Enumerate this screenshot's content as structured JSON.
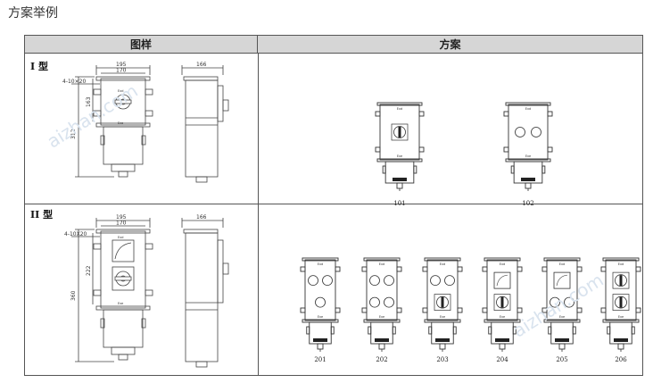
{
  "page": {
    "title": "方案举例"
  },
  "table": {
    "header_left": "图样",
    "header_right": "方案"
  },
  "rows": [
    {
      "label": "I 型",
      "dims": {
        "top_width": "195",
        "inner_width": "170",
        "holes": "4-10×20",
        "total_height": "312",
        "box_height": "163",
        "side_width": "166"
      },
      "panel_text": {
        "top": "Exd",
        "bottom": "Exe"
      },
      "schemes": [
        {
          "code": "101",
          "layout": "switch"
        },
        {
          "code": "102",
          "layout": "two-lamps"
        }
      ]
    },
    {
      "label": "II 型",
      "dims": {
        "top_width": "195",
        "inner_width": "170",
        "holes": "4-10X20",
        "total_height": "360",
        "box_height": "222",
        "side_width": "166"
      },
      "panel_text": {
        "top": "Exd",
        "bottom": "Exe"
      },
      "schemes": [
        {
          "code": "201",
          "layout": "three-lamps"
        },
        {
          "code": "202",
          "layout": "four-lamps"
        },
        {
          "code": "203",
          "layout": "two-lamps-switch"
        },
        {
          "code": "204",
          "layout": "meter-switch"
        },
        {
          "code": "205",
          "layout": "meter-lamps"
        },
        {
          "code": "206",
          "layout": "two-switches"
        }
      ]
    }
  ]
}
